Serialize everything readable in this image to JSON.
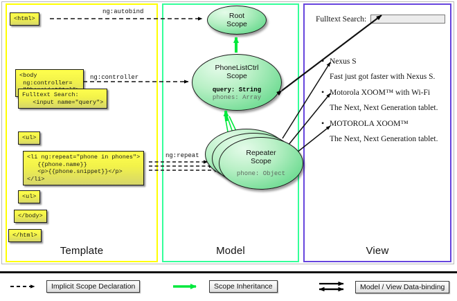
{
  "columns": {
    "template": {
      "label": "Template",
      "border_color": "#ffff00",
      "boxes": {
        "html_open": "<html>",
        "body_open": "<body\n ng:controller=\n \"PhoneListCtrl\">",
        "search": "Fulltext Search:\n   <input name=\"query\">",
        "ul_open": "<ul>",
        "li_repeat": "<li ng:repeat=\"phone in phones\">\n   {{phone.name}}\n   <p>{{phone.snippet}}</p>\n</li>",
        "ul_close": "<ul>",
        "body_close": "</body>",
        "html_close": "</html>"
      }
    },
    "model": {
      "label": "Model",
      "border_color": "#33ff99",
      "scopes": {
        "root": {
          "title": "Root\nScope"
        },
        "phonelistctrl": {
          "title": "PhoneListCtrl\nScope",
          "props": [
            {
              "text": "query: String",
              "style": "bold"
            },
            {
              "text": "phones: Array",
              "style": "dim"
            }
          ]
        },
        "repeater": {
          "title": "Repeater\nScope",
          "props": [
            {
              "text": "phone: Object",
              "style": "dim"
            }
          ],
          "stack_count": 3
        }
      }
    },
    "view": {
      "label": "View",
      "border_color": "#6644dd",
      "search_label": "Fulltext Search:",
      "search_value": "",
      "search_placeholder": "",
      "items": [
        {
          "name": "Nexus S",
          "snippet": "Fast just got faster with Nexus S."
        },
        {
          "name": "Motorola XOOM™  with Wi-Fi",
          "snippet": "The Next, Next Generation tablet."
        },
        {
          "name": "MOTOROLA XOOM™",
          "snippet": "The Next, Next Generation tablet."
        }
      ]
    }
  },
  "connectors": {
    "autobind": "ng:autobind",
    "controller": "ng:controller",
    "repeat": "ng:repeat"
  },
  "legend": {
    "items": [
      {
        "label": "Implicit Scope Declaration",
        "arrow": "dashed-arrow-icon",
        "color": "#000000"
      },
      {
        "label": "Scope Inheritance",
        "arrow": "green-arrow-icon",
        "color": "#00e83c"
      },
      {
        "label": "Model / View Data-binding",
        "arrow": "double-arrow-icon",
        "color": "#000000"
      }
    ]
  }
}
